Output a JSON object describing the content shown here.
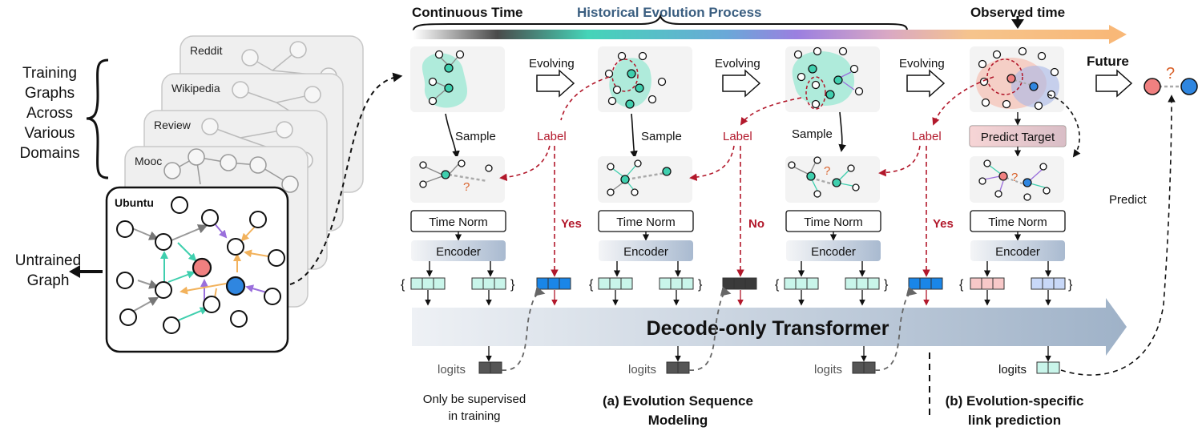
{
  "left": {
    "training_lines": [
      "Training",
      "Graphs",
      "Across",
      "Various",
      "Domains"
    ],
    "untrained_lines": [
      "Untrained",
      "Graph"
    ],
    "card_labels": [
      "Reddit",
      "Wikipedia",
      "Review",
      "Mooc"
    ],
    "front_card_label": "Ubuntu"
  },
  "top": {
    "continuous_time": "Continuous Time",
    "historical": "Historical Evolution Process",
    "observed": "Observed time"
  },
  "flow": {
    "evolving": "Evolving",
    "sample": "Sample",
    "label": "Label",
    "yes": "Yes",
    "no": "No",
    "future": "Future",
    "question": "?",
    "predict_target": "Predict Target",
    "predict": "Predict",
    "time_norm": "Time Norm",
    "encoder": "Encoder",
    "logits": "logits",
    "brace_open": "{",
    "brace_close": "}"
  },
  "transformer": {
    "label": "Decode-only Transformer"
  },
  "captions": {
    "supervised": [
      "Only be supervised",
      "in training"
    ],
    "a": [
      "(a) Evolution Sequence",
      "Modeling"
    ],
    "b": [
      "(b) Evolution-specific",
      "link prediction"
    ]
  },
  "colors": {
    "teal": "#3fcfae",
    "purple": "#9a6fdc",
    "orange": "#f2b25c",
    "red_node": "#f08080",
    "blue_node": "#2f86e0",
    "dark_red": "#b2182b",
    "label_blue": "#1a86e8",
    "label_dark": "#3a3a3a"
  }
}
